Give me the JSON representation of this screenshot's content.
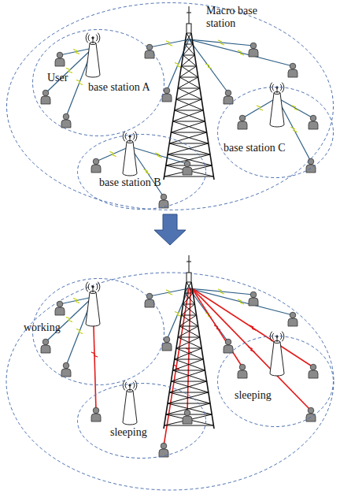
{
  "diagram": {
    "nodes": [
      {
        "text": [
          "Macro base station"
        ]
      },
      {
        "text": [
          "base station A"
        ],
        "in": 0
      },
      {
        "text": [
          "base station B"
        ],
        "in": 0
      },
      {
        "text": [
          "base station C"
        ],
        "in": 0
      },
      {
        "text": [
          "working"
        ]
      },
      {
        "text": [
          "sleeping"
        ]
      },
      {
        "text": [
          "sleeping"
        ]
      }
    ],
    "labels": [
      "User"
    ]
  }
}
